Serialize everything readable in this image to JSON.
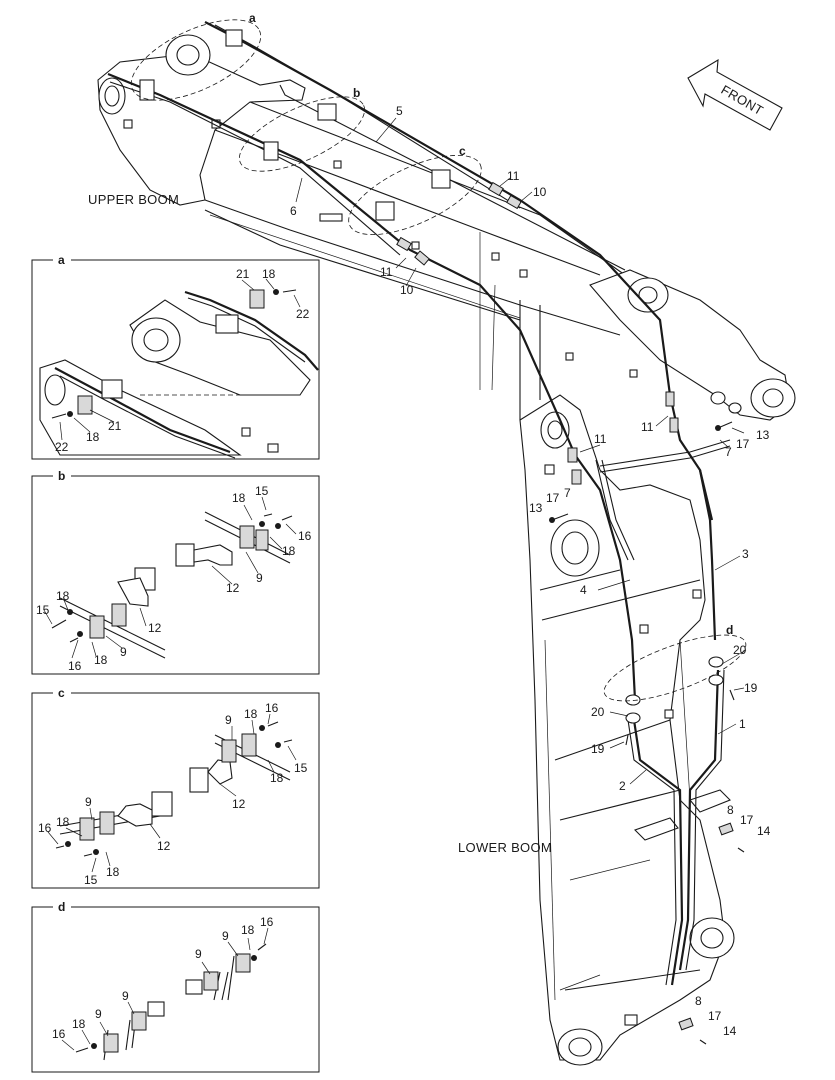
{
  "labels": {
    "upper_boom": "UPPER BOOM",
    "lower_boom": "LOWER BOOM",
    "front": "FRONT"
  },
  "panels": {
    "a": {
      "letter": "a",
      "callouts": [
        {
          "id": "a1",
          "text": "21"
        },
        {
          "id": "a2",
          "text": "18"
        },
        {
          "id": "a3",
          "text": "22"
        },
        {
          "id": "a4",
          "text": "22"
        },
        {
          "id": "a5",
          "text": "18"
        },
        {
          "id": "a6",
          "text": "21"
        }
      ]
    },
    "b": {
      "letter": "b",
      "callouts": [
        {
          "id": "b1",
          "text": "18"
        },
        {
          "id": "b2",
          "text": "15"
        },
        {
          "id": "b3",
          "text": "16"
        },
        {
          "id": "b4",
          "text": "18"
        },
        {
          "id": "b5",
          "text": "9"
        },
        {
          "id": "b6",
          "text": "12"
        },
        {
          "id": "b7",
          "text": "18"
        },
        {
          "id": "b8",
          "text": "15"
        },
        {
          "id": "b9",
          "text": "12"
        },
        {
          "id": "b10",
          "text": "16"
        },
        {
          "id": "b11",
          "text": "18"
        },
        {
          "id": "b12",
          "text": "9"
        }
      ]
    },
    "c": {
      "letter": "c",
      "callouts": [
        {
          "id": "c1",
          "text": "9"
        },
        {
          "id": "c2",
          "text": "18"
        },
        {
          "id": "c3",
          "text": "16"
        },
        {
          "id": "c4",
          "text": "15"
        },
        {
          "id": "c5",
          "text": "18"
        },
        {
          "id": "c6",
          "text": "12"
        },
        {
          "id": "c7",
          "text": "9"
        },
        {
          "id": "c8",
          "text": "18"
        },
        {
          "id": "c9",
          "text": "16"
        },
        {
          "id": "c10",
          "text": "12"
        },
        {
          "id": "c11",
          "text": "15"
        },
        {
          "id": "c12",
          "text": "18"
        }
      ]
    },
    "d": {
      "letter": "d",
      "callouts": [
        {
          "id": "d1",
          "text": "9"
        },
        {
          "id": "d2",
          "text": "9"
        },
        {
          "id": "d3",
          "text": "18"
        },
        {
          "id": "d4",
          "text": "16"
        },
        {
          "id": "d5",
          "text": "9"
        },
        {
          "id": "d6",
          "text": "9"
        },
        {
          "id": "d7",
          "text": "18"
        },
        {
          "id": "d8",
          "text": "16"
        }
      ]
    }
  },
  "main_callouts": [
    {
      "id": "m_a",
      "text": "a"
    },
    {
      "id": "m_b",
      "text": "b"
    },
    {
      "id": "m_c",
      "text": "c"
    },
    {
      "id": "m_d",
      "text": "d"
    },
    {
      "id": "m5",
      "text": "5"
    },
    {
      "id": "m6",
      "text": "6"
    },
    {
      "id": "m11a",
      "text": "11"
    },
    {
      "id": "m10a",
      "text": "10"
    },
    {
      "id": "m11b",
      "text": "11"
    },
    {
      "id": "m10b",
      "text": "10"
    },
    {
      "id": "m11c",
      "text": "11"
    },
    {
      "id": "m11d",
      "text": "11"
    },
    {
      "id": "m17a",
      "text": "17"
    },
    {
      "id": "m13a",
      "text": "13"
    },
    {
      "id": "m7a",
      "text": "7"
    },
    {
      "id": "m13b",
      "text": "13"
    },
    {
      "id": "m17b",
      "text": "17"
    },
    {
      "id": "m7b",
      "text": "7"
    },
    {
      "id": "m3",
      "text": "3"
    },
    {
      "id": "m4",
      "text": "4"
    },
    {
      "id": "m20a",
      "text": "20"
    },
    {
      "id": "m19a",
      "text": "19"
    },
    {
      "id": "m20b",
      "text": "20"
    },
    {
      "id": "m19b",
      "text": "19"
    },
    {
      "id": "m1",
      "text": "1"
    },
    {
      "id": "m2",
      "text": "2"
    },
    {
      "id": "m8a",
      "text": "8"
    },
    {
      "id": "m17c",
      "text": "17"
    },
    {
      "id": "m14a",
      "text": "14"
    },
    {
      "id": "m8b",
      "text": "8"
    },
    {
      "id": "m17d",
      "text": "17"
    },
    {
      "id": "m14b",
      "text": "14"
    }
  ]
}
